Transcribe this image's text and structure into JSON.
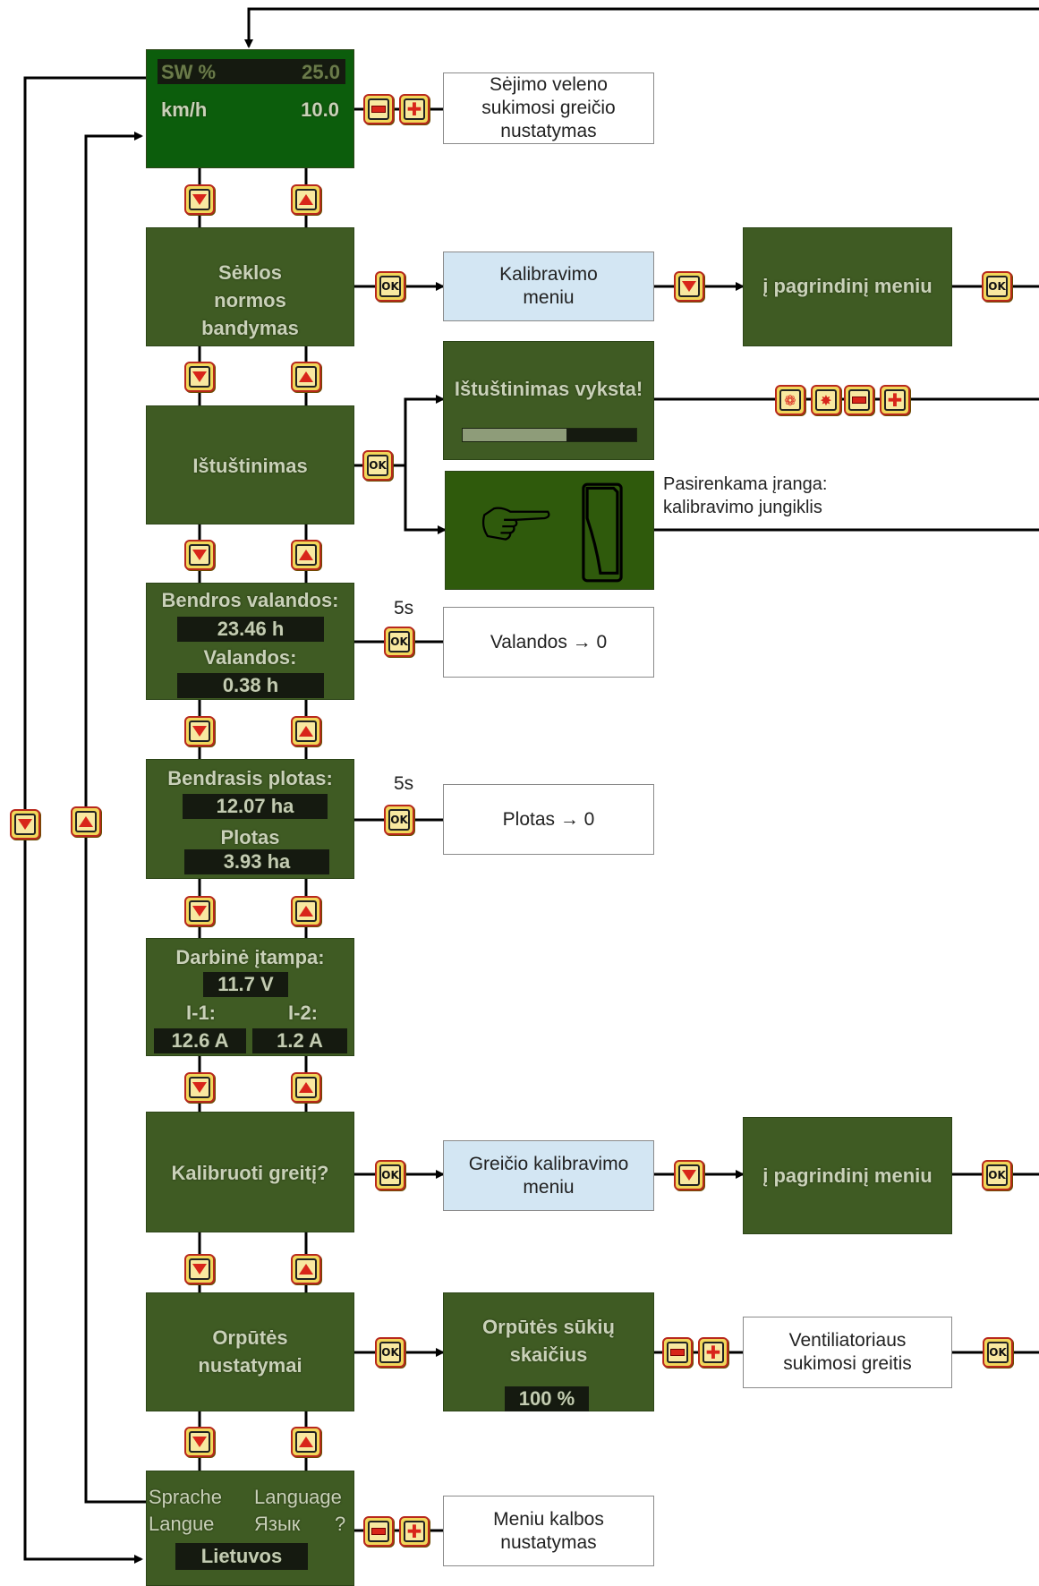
{
  "top": {
    "row1_label": "SW %",
    "row1_value": "25.0",
    "row2_label": "km/h",
    "row2_value": "10.0",
    "note": "Sėjimo veleno sukimosi greičio nustatymas"
  },
  "seed_test": {
    "title": "Sėklos normos bandymas",
    "calib_menu": "Kalibravimo meniu",
    "main_menu": "į pagrindinį meniu"
  },
  "empty": {
    "title": "Ištuštinimas",
    "running": "Ištuštinimas vyksta!",
    "progress": 0.6,
    "optional_label": "Pasirenkama įranga:",
    "optional_value": "kalibravimo jungiklis"
  },
  "hours": {
    "total_label": "Bendros valandos:",
    "total_value": "23.46 h",
    "label": "Valandos:",
    "value": "0.38 h",
    "hold": "5s",
    "note": "Valandos → 0"
  },
  "area": {
    "total_label": "Bendrasis plotas:",
    "total_value": "12.07 ha",
    "label": "Plotas",
    "value": "3.93 ha",
    "hold": "5s",
    "note": "Plotas → 0"
  },
  "voltage": {
    "label": "Darbinė įtampa:",
    "value": "11.7 V",
    "i1_label": "I-1:",
    "i1_value": "12.6 A",
    "i2_label": "I-2:",
    "i2_value": "1.2 A"
  },
  "speed": {
    "title": "Kalibruoti greitį?",
    "calib_menu": "Greičio kalibravimo meniu",
    "main_menu": "į pagrindinį meniu"
  },
  "fan": {
    "title": "Orpūtės nustatymai",
    "rpm_title": "Orpūtės sūkių skaičius",
    "rpm_value": "100 %",
    "note": "Ventiliatoriaus sukimosi greitis"
  },
  "language": {
    "w1": "Sprache",
    "w2": "Language",
    "w3": "Langue",
    "w4": "Язык",
    "q": "?",
    "value": "Lietuvos",
    "note": "Meniu kalbos nustatymas"
  },
  "buttons": {
    "ok": "OK"
  },
  "icons": [
    "arrow-down-button",
    "arrow-up-button",
    "ok-button",
    "minus-button",
    "plus-button",
    "fan-button",
    "light-button",
    "pointing-hand-icon",
    "rocker-switch-icon"
  ]
}
